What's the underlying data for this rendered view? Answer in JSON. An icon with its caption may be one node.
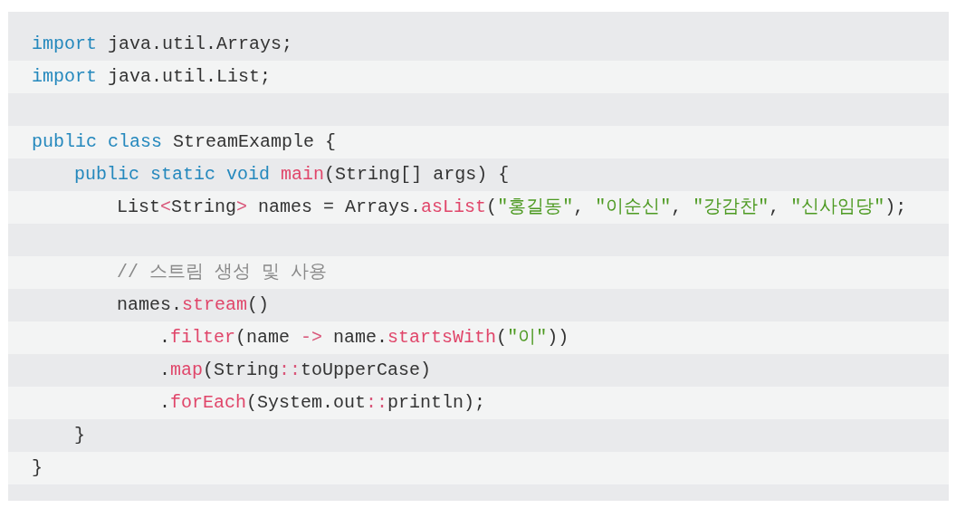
{
  "diagram": {
    "labels": [
      "import java.util.Arrays;",
      "import java.util.List;",
      "public class StreamExample {",
      "public static void main(String[] args) {",
      "List<String> names = Arrays.asList(\"홍길동\", \"이순신\", \"강감찬\", \"신사임당\");",
      "// 스트림 생성 및 사용",
      "names.stream()",
      ".filter(name -> name.startsWith(\"이\"))",
      ".map(String::toUpperCase)",
      ".forEach(System.out::println);",
      "}",
      "}"
    ]
  }
}
